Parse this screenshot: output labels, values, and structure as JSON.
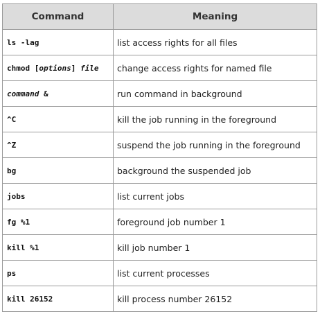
{
  "table": {
    "headers": {
      "command": "Command",
      "meaning": "Meaning"
    },
    "rows": [
      {
        "command": [
          {
            "t": "ls -lag",
            "i": false
          }
        ],
        "meaning": "list access rights for all files"
      },
      {
        "command": [
          {
            "t": "chmod [",
            "i": false
          },
          {
            "t": "options",
            "i": true
          },
          {
            "t": "] ",
            "i": false
          },
          {
            "t": "file",
            "i": true
          }
        ],
        "meaning": "change access rights for named file"
      },
      {
        "command": [
          {
            "t": "command",
            "i": true
          },
          {
            "t": " &",
            "i": false
          }
        ],
        "meaning": "run command in background"
      },
      {
        "command": [
          {
            "t": "^C",
            "i": false
          }
        ],
        "meaning": "kill the job running in the foreground"
      },
      {
        "command": [
          {
            "t": "^Z",
            "i": false
          }
        ],
        "meaning": "suspend the job running in the foreground"
      },
      {
        "command": [
          {
            "t": "bg",
            "i": false
          }
        ],
        "meaning": "background the suspended job"
      },
      {
        "command": [
          {
            "t": "jobs",
            "i": false
          }
        ],
        "meaning": "list current jobs"
      },
      {
        "command": [
          {
            "t": "fg %1",
            "i": false
          }
        ],
        "meaning": "foreground job number 1"
      },
      {
        "command": [
          {
            "t": "kill %1",
            "i": false
          }
        ],
        "meaning": "kill job number 1"
      },
      {
        "command": [
          {
            "t": "ps",
            "i": false
          }
        ],
        "meaning": "list current processes"
      },
      {
        "command": [
          {
            "t": "kill 26152",
            "i": false
          }
        ],
        "meaning": "kill process number 26152"
      }
    ]
  }
}
